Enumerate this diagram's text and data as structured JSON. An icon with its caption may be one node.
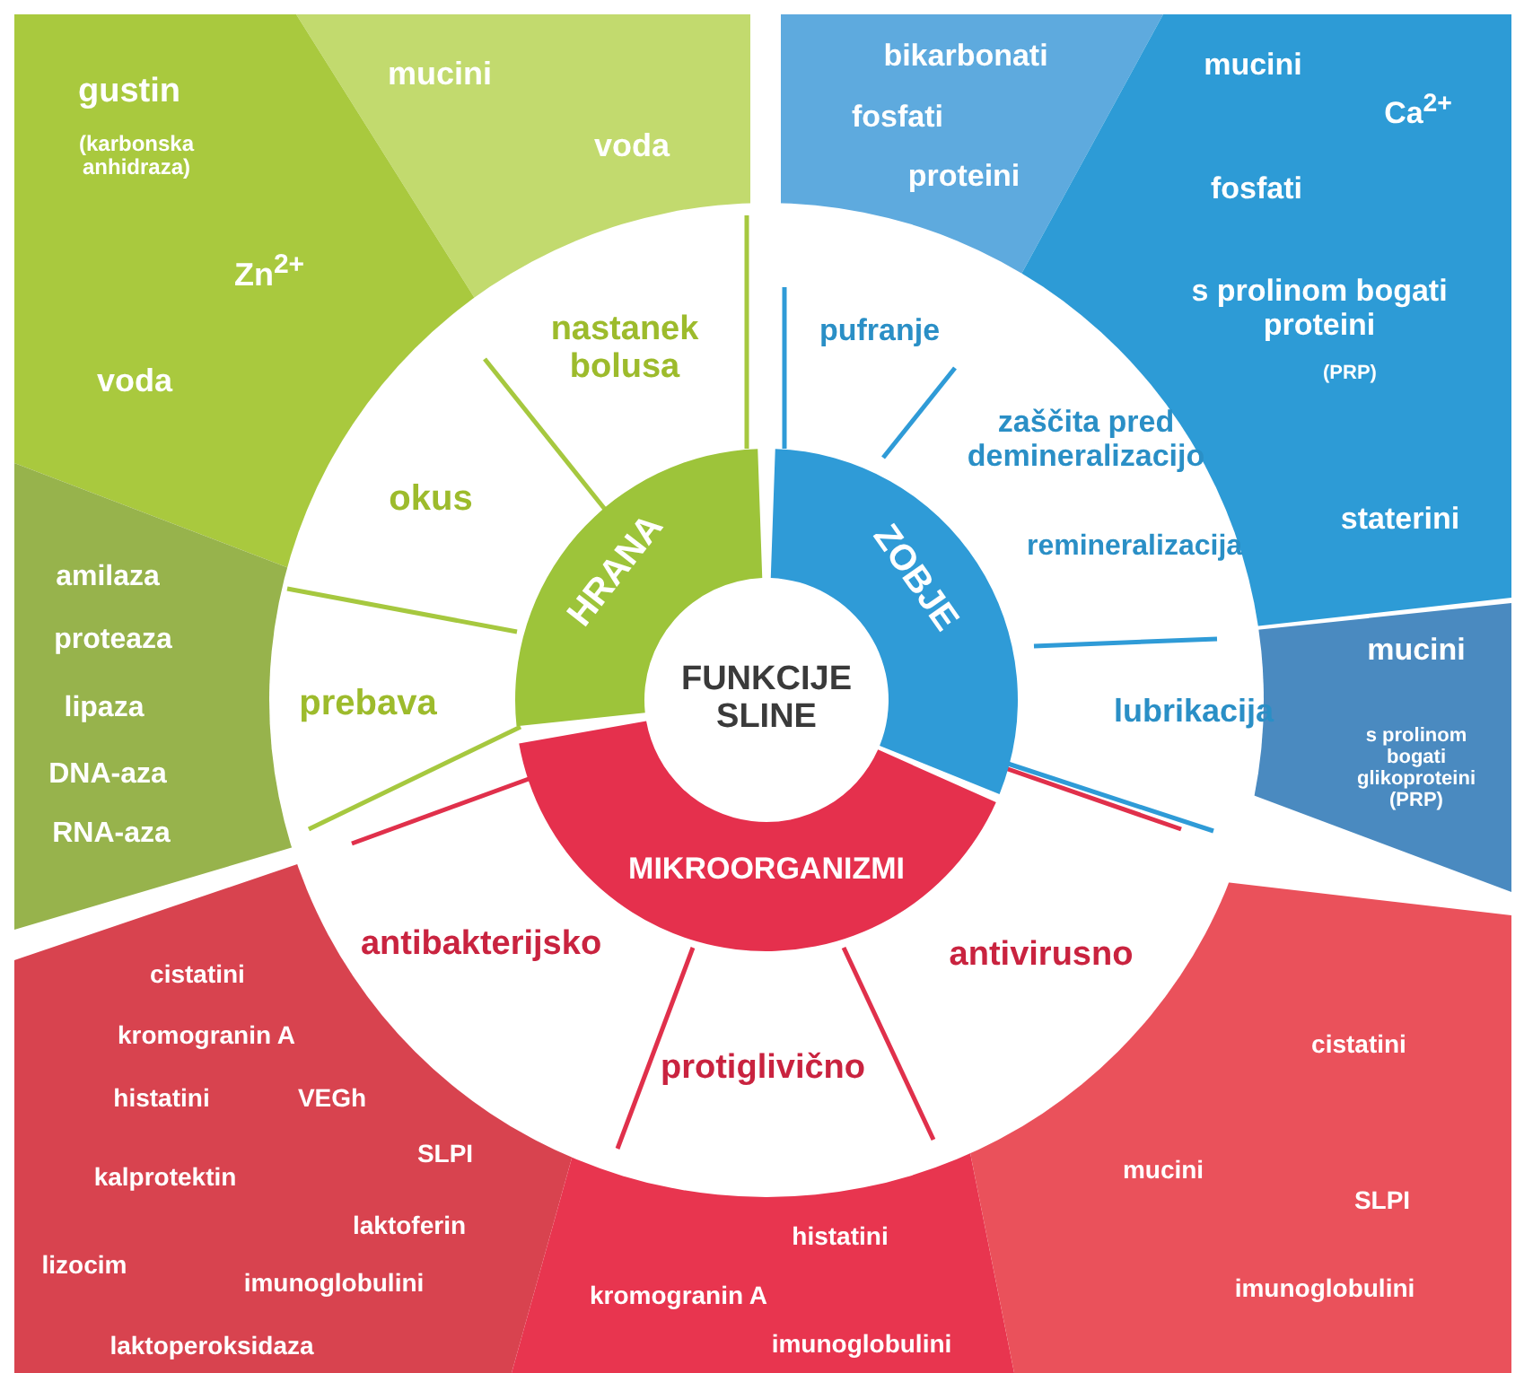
{
  "diagram": {
    "nodes": [
      {
        "text": [
          "FUNKCIJE SLINE"
        ]
      },
      {
        "text": [
          "HRANA"
        ]
      },
      {
        "text": [
          "ZOBJE"
        ]
      },
      {
        "text": [
          "MIKROORGANIZMI"
        ]
      },
      {
        "text": [
          "mucini",
          "voda"
        ]
      },
      {
        "text": [
          "gustin",
          "(karbonska anhidraza)",
          "Zn$^{2+}$",
          "voda"
        ]
      },
      {
        "text": [
          "amilaza",
          "proteaza",
          "lipaza",
          "DNA-aza",
          "RNA-aza"
        ]
      },
      {
        "text": [
          "bikarbonati",
          "fosfati",
          "proteini"
        ]
      },
      {
        "text": [
          "mucini",
          "Ca$^{2+}$",
          "fosfati",
          "s prolinom bogati proteini",
          "(PRP)",
          "staterini"
        ]
      },
      {
        "text": [
          "mucini",
          "s prolinom bogati glikoproteini (PRP)"
        ]
      },
      {
        "text": [
          "cistatini",
          "kromogranin A",
          "histatini",
          "VEGh",
          "SLPI",
          "kalprotektin",
          "laktoferin",
          "lizocim",
          "imunoglobulini",
          "laktoperoksidaza"
        ]
      },
      {
        "text": [
          "histatini",
          "kromogranin A",
          "imunoglobulini"
        ]
      },
      {
        "text": [
          "cistatini",
          "mucini",
          "SLPI",
          "imunoglobulini"
        ]
      }
    ],
    "labels": [
      "nastanek bolusa",
      "okus",
      "prebava",
      "pufranje",
      "zaščita pred demineralizacijo",
      "remineralizacija",
      "lubrikacija",
      "antibakterijsko",
      "protiglivično",
      "antivirusno"
    ]
  }
}
